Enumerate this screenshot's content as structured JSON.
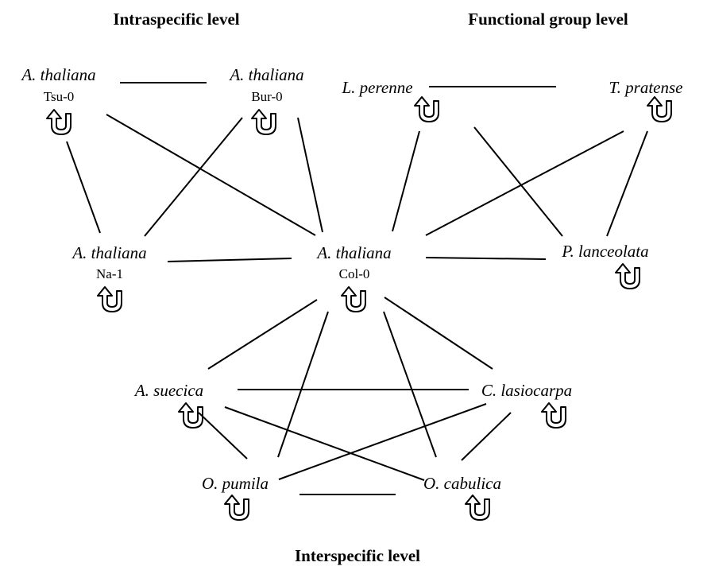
{
  "titles": {
    "intraspecific": "Intraspecific level",
    "functional": "Functional group level",
    "interspecific": "Interspecific level"
  },
  "nodes": {
    "tsu0": {
      "species": "A. thaliana",
      "accession": "Tsu-0"
    },
    "bur0": {
      "species": "A. thaliana",
      "accession": "Bur-0"
    },
    "na1": {
      "species": "A. thaliana",
      "accession": "Na-1"
    },
    "col0": {
      "species": "A. thaliana",
      "accession": "Col-0"
    },
    "lperenne": {
      "species": "L. perenne"
    },
    "tpratense": {
      "species": "T. pratense"
    },
    "planceolata": {
      "species": "P. lanceolata"
    },
    "asuecica": {
      "species": "A. suecica"
    },
    "clasiocarpa": {
      "species": "C. lasiocarpa"
    },
    "opumila": {
      "species": "O. pumila"
    },
    "ocabulica": {
      "species": "O. cabulica"
    }
  },
  "edges": [
    [
      "tsu0",
      "bur0"
    ],
    [
      "tsu0",
      "na1"
    ],
    [
      "tsu0",
      "col0"
    ],
    [
      "bur0",
      "na1"
    ],
    [
      "bur0",
      "col0"
    ],
    [
      "na1",
      "col0"
    ],
    [
      "lperenne",
      "tpratense"
    ],
    [
      "lperenne",
      "col0"
    ],
    [
      "lperenne",
      "planceolata"
    ],
    [
      "tpratense",
      "col0"
    ],
    [
      "tpratense",
      "planceolata"
    ],
    [
      "col0",
      "planceolata"
    ],
    [
      "col0",
      "asuecica"
    ],
    [
      "col0",
      "clasiocarpa"
    ],
    [
      "col0",
      "opumila"
    ],
    [
      "col0",
      "ocabulica"
    ],
    [
      "asuecica",
      "clasiocarpa"
    ],
    [
      "asuecica",
      "opumila"
    ],
    [
      "asuecica",
      "ocabulica"
    ],
    [
      "clasiocarpa",
      "opumila"
    ],
    [
      "clasiocarpa",
      "ocabulica"
    ],
    [
      "opumila",
      "ocabulica"
    ]
  ],
  "self_loop_icon": "u-turn-arrow-icon"
}
